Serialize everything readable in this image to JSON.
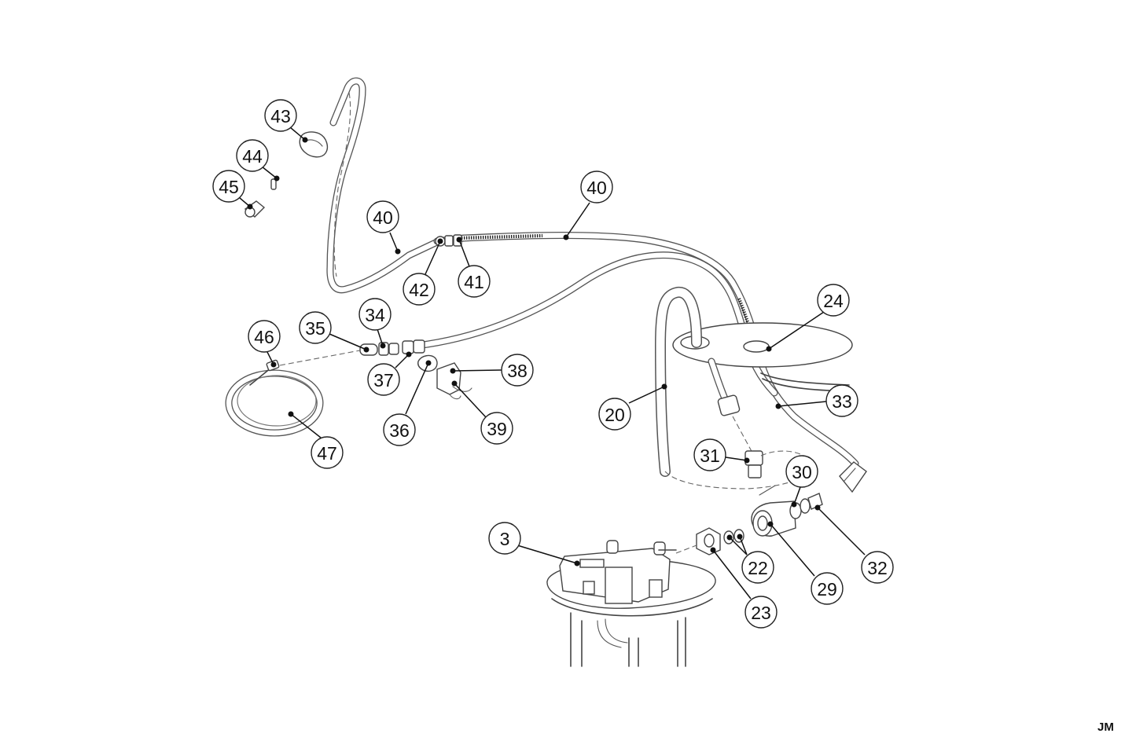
{
  "callouts": [
    "43",
    "44",
    "45",
    "40",
    "40",
    "42",
    "41",
    "35",
    "34",
    "46",
    "37",
    "36",
    "38",
    "39",
    "47",
    "24",
    "20",
    "33",
    "31",
    "30",
    "3",
    "23",
    "22",
    "29",
    "32"
  ],
  "watermark": "JM"
}
